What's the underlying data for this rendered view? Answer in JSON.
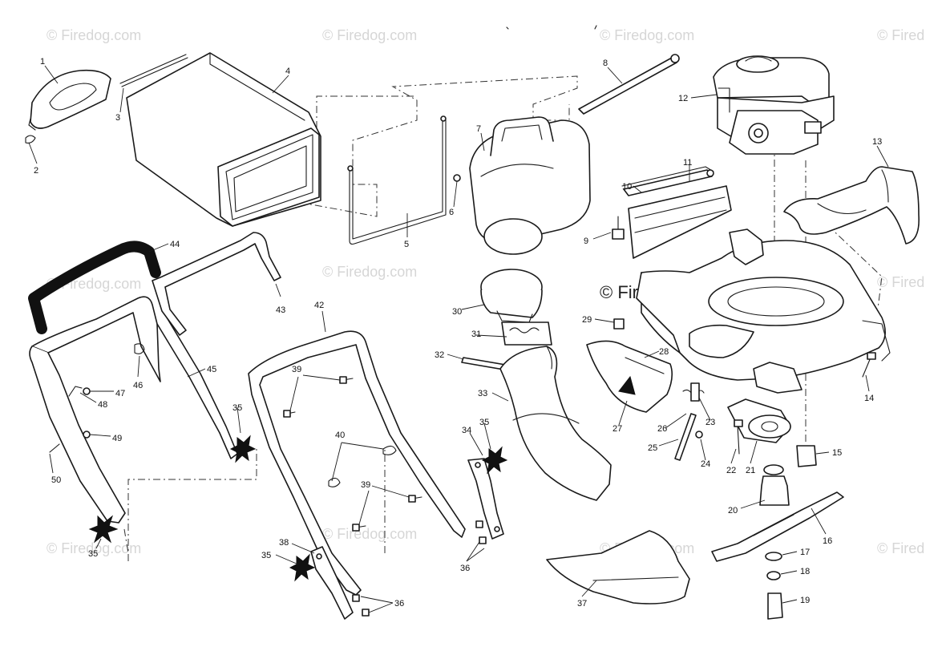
{
  "diagram": {
    "watermark": "© Firedog.com",
    "watermark_partial": "© Fired",
    "center_watermark": "© Firedog.com",
    "callouts": [
      {
        "id": "c1",
        "label": "1"
      },
      {
        "id": "c2",
        "label": "2"
      },
      {
        "id": "c3",
        "label": "3"
      },
      {
        "id": "c4",
        "label": "4"
      },
      {
        "id": "c5",
        "label": "5"
      },
      {
        "id": "c6",
        "label": "6"
      },
      {
        "id": "c7",
        "label": "7"
      },
      {
        "id": "c8",
        "label": "8"
      },
      {
        "id": "c9",
        "label": "9"
      },
      {
        "id": "c10",
        "label": "10"
      },
      {
        "id": "c11",
        "label": "11"
      },
      {
        "id": "c12",
        "label": "12"
      },
      {
        "id": "c13",
        "label": "13"
      },
      {
        "id": "c14",
        "label": "14"
      },
      {
        "id": "c15",
        "label": "15"
      },
      {
        "id": "c16",
        "label": "16"
      },
      {
        "id": "c17",
        "label": "17"
      },
      {
        "id": "c18",
        "label": "18"
      },
      {
        "id": "c19",
        "label": "19"
      },
      {
        "id": "c20",
        "label": "20"
      },
      {
        "id": "c21",
        "label": "21"
      },
      {
        "id": "c22",
        "label": "22"
      },
      {
        "id": "c23",
        "label": "23"
      },
      {
        "id": "c24",
        "label": "24"
      },
      {
        "id": "c25",
        "label": "25"
      },
      {
        "id": "c26",
        "label": "26"
      },
      {
        "id": "c27",
        "label": "27"
      },
      {
        "id": "c28",
        "label": "28"
      },
      {
        "id": "c29",
        "label": "29"
      },
      {
        "id": "c30",
        "label": "30"
      },
      {
        "id": "c31",
        "label": "31"
      },
      {
        "id": "c32",
        "label": "32"
      },
      {
        "id": "c33",
        "label": "33"
      },
      {
        "id": "c34",
        "label": "34"
      },
      {
        "id": "c35a",
        "label": "35"
      },
      {
        "id": "c35b",
        "label": "35"
      },
      {
        "id": "c35c",
        "label": "35"
      },
      {
        "id": "c35d",
        "label": "35"
      },
      {
        "id": "c36a",
        "label": "36"
      },
      {
        "id": "c36b",
        "label": "36"
      },
      {
        "id": "c37",
        "label": "37"
      },
      {
        "id": "c38",
        "label": "38"
      },
      {
        "id": "c39a",
        "label": "39"
      },
      {
        "id": "c39b",
        "label": "39"
      },
      {
        "id": "c40",
        "label": "40"
      },
      {
        "id": "c42",
        "label": "42"
      },
      {
        "id": "c43",
        "label": "43"
      },
      {
        "id": "c44",
        "label": "44"
      },
      {
        "id": "c45",
        "label": "45"
      },
      {
        "id": "c46",
        "label": "46"
      },
      {
        "id": "c47",
        "label": "47"
      },
      {
        "id": "c48",
        "label": "48"
      },
      {
        "id": "c49",
        "label": "49"
      },
      {
        "id": "c50",
        "label": "50"
      }
    ]
  }
}
